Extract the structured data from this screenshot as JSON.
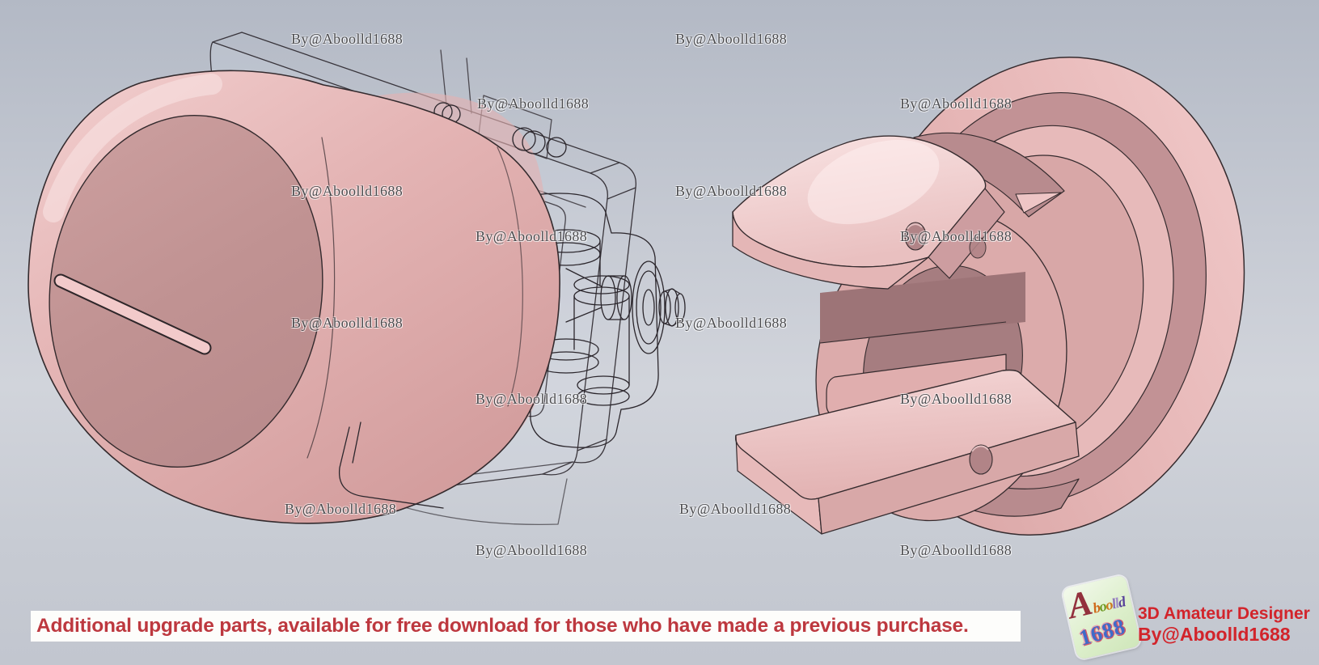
{
  "watermark": {
    "text": "By@Aboolld1688"
  },
  "banner": {
    "text": "Additional upgrade parts, available for free download for those who have made a previous purchase.",
    "text_color": "#bd383f",
    "bg_color": "#fdfdfb"
  },
  "logo": {
    "letters": [
      {
        "ch": "A",
        "color": "#93313d"
      },
      {
        "ch": "b",
        "color": "#d06a1a"
      },
      {
        "ch": "o",
        "color": "#6f9a22"
      },
      {
        "ch": "o",
        "color": "#cd7a1e"
      },
      {
        "ch": "l",
        "color": "#8a6fb8"
      },
      {
        "ch": "l",
        "color": "#a08cc8"
      },
      {
        "ch": "d",
        "color": "#57409a"
      }
    ],
    "number": "1688",
    "number_color": "#3e6cc8",
    "bg_color": "#ddefcc"
  },
  "credit": {
    "line1": "3D Amateur Designer",
    "line2": "By@Aboolld1688",
    "color": "#d2242b"
  },
  "scene": {
    "background_top": "#b3b9c5",
    "background_mid": "#d1d4db",
    "background_bottom": "#c2c6cf",
    "model_pink": "#e6b6b6",
    "model_pink_dark": "#c79a9b",
    "model_pink_light": "#f4d6d6",
    "groove_dusty_pink": "#c29295",
    "glass_green": "#96b4a6",
    "edge_color": "#352c2f"
  }
}
